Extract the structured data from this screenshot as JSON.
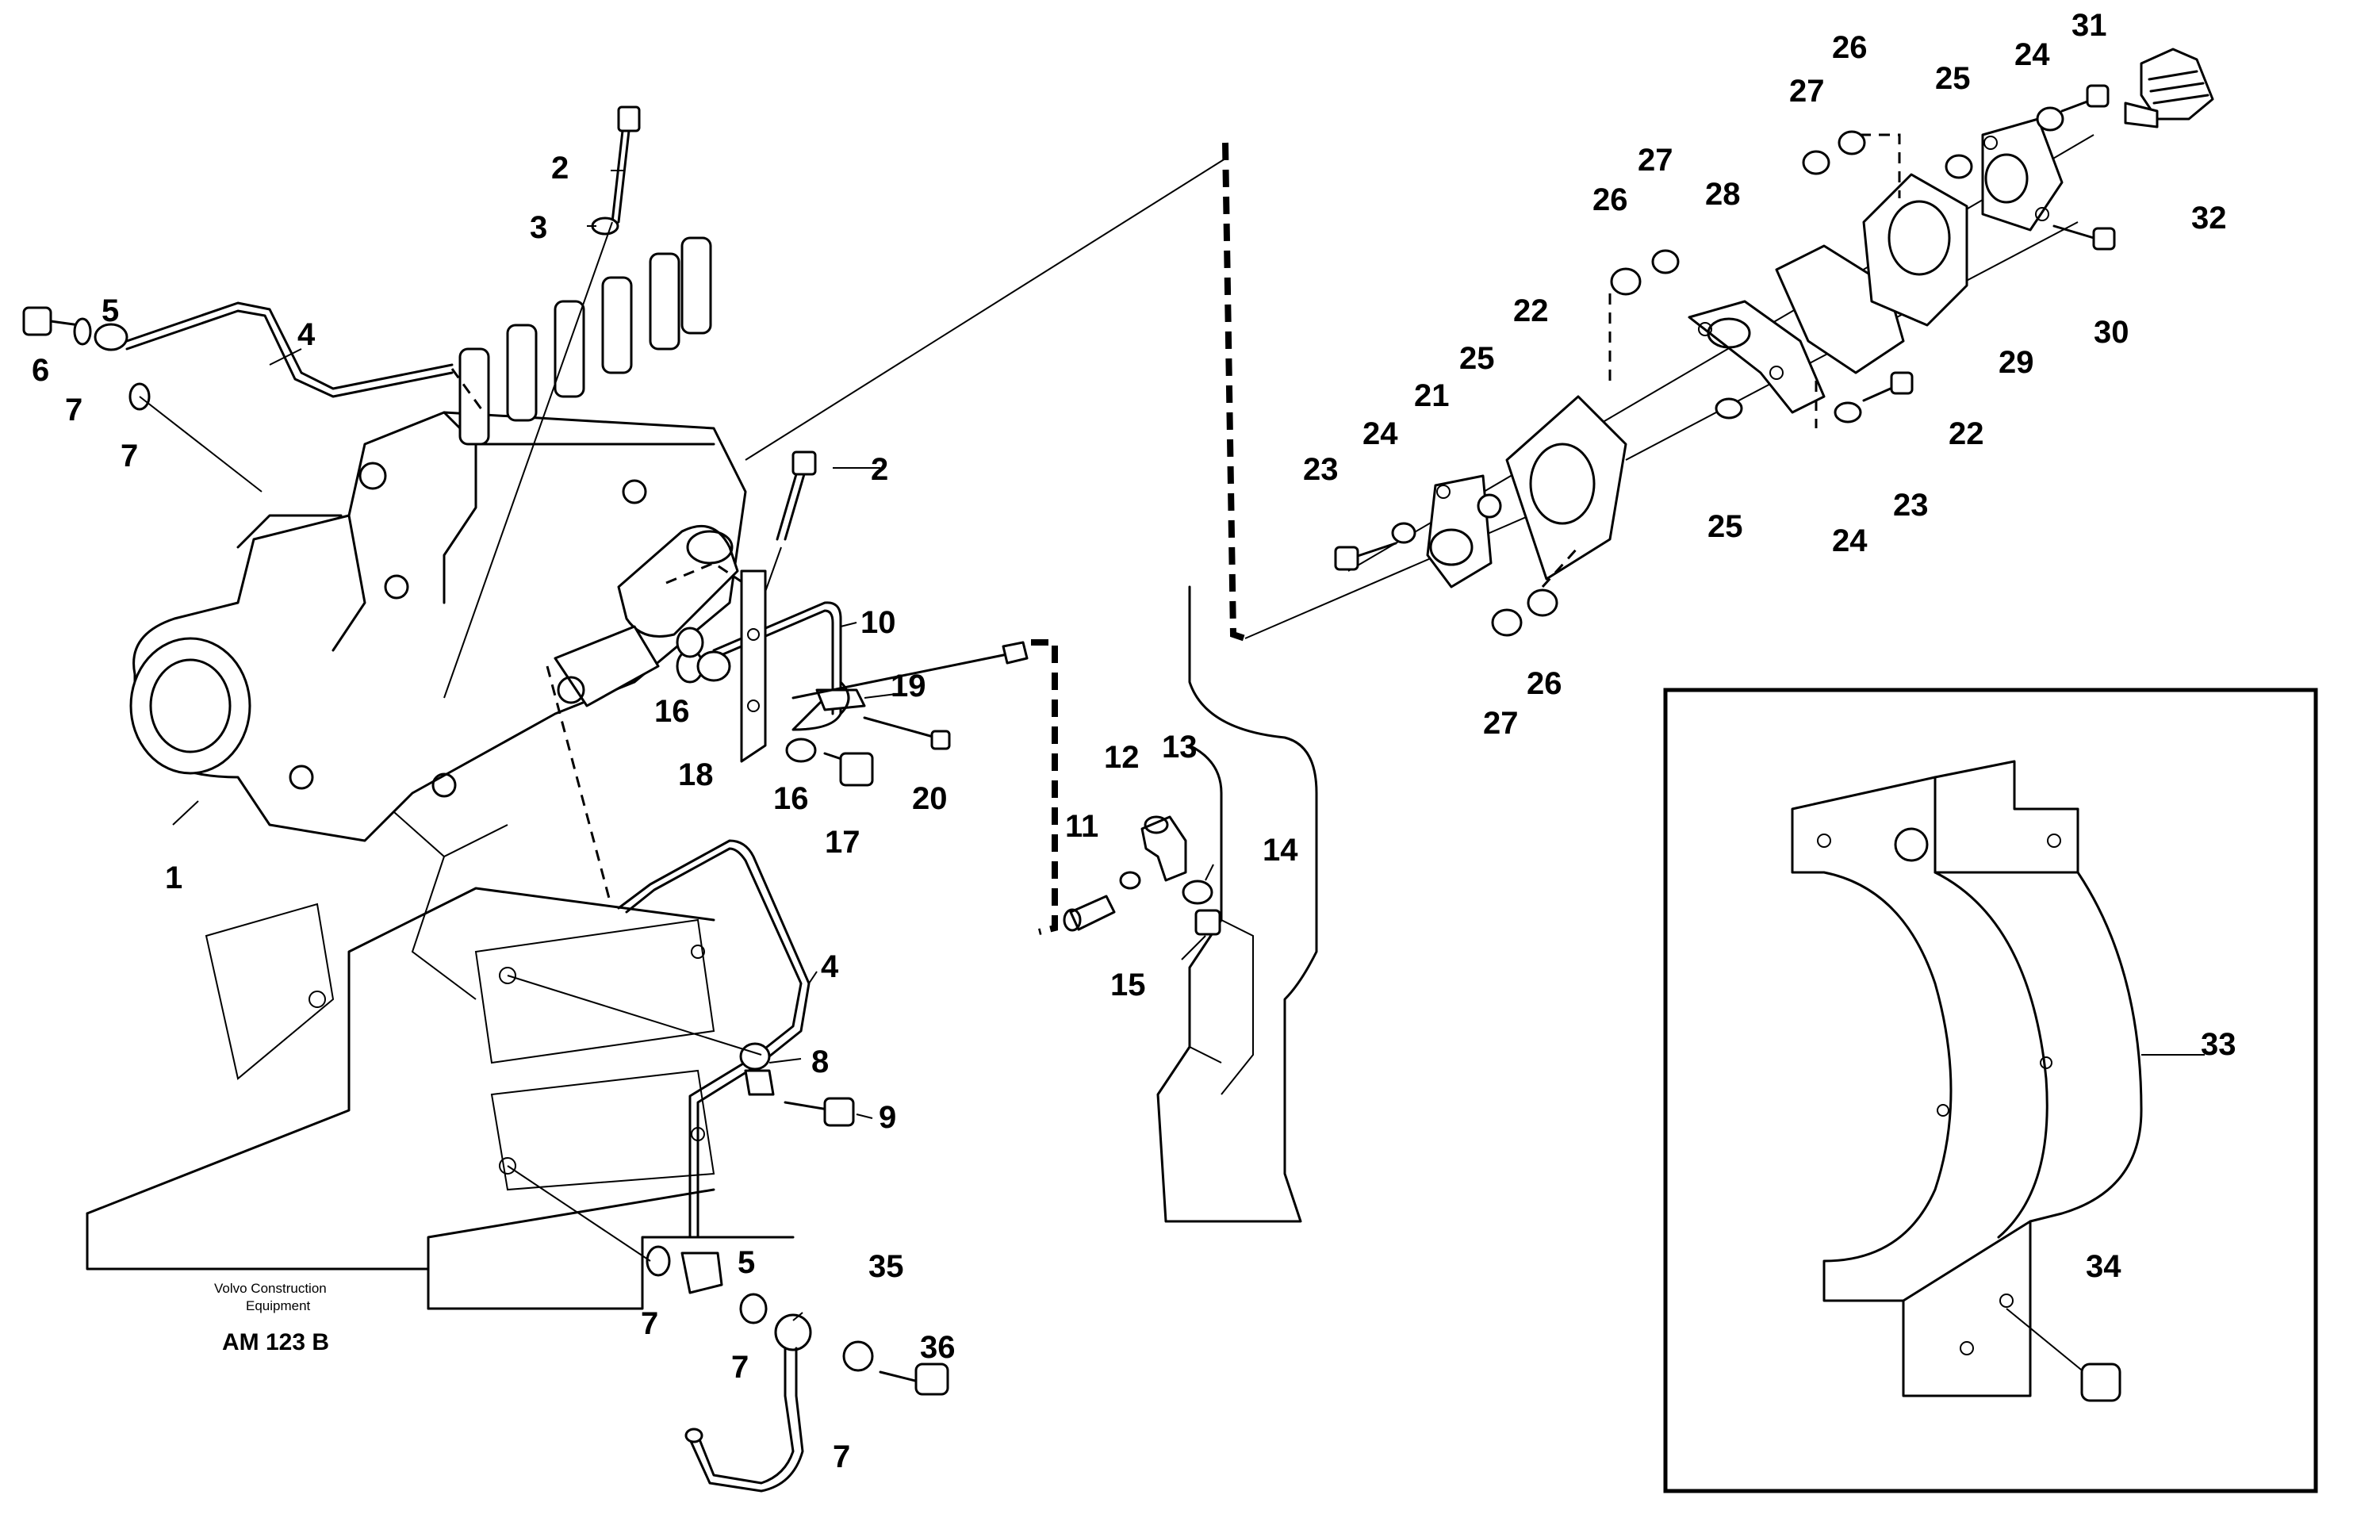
{
  "diagram": {
    "credit_line1": "Volvo Construction",
    "credit_line2": "Equipment",
    "drawing_code": "AM 123 B",
    "callouts": {
      "c1": "1",
      "c2a": "2",
      "c2b": "2",
      "c3": "3",
      "c4a": "4",
      "c4b": "4",
      "c5a": "5",
      "c5b": "5",
      "c6": "6",
      "c7a": "7",
      "c7b": "7",
      "c7c": "7",
      "c7d": "7",
      "c7e": "7",
      "c8": "8",
      "c9": "9",
      "c10": "10",
      "c11": "11",
      "c12": "12",
      "c13": "13",
      "c14": "14",
      "c15": "15",
      "c16a": "16",
      "c16b": "16",
      "c17": "17",
      "c18": "18",
      "c19": "19",
      "c20": "20",
      "c21": "21",
      "c22a": "22",
      "c22b": "22",
      "c23a": "23",
      "c23b": "23",
      "c24a": "24",
      "c24b": "24",
      "c24c": "24",
      "c25a": "25",
      "c25b": "25",
      "c25c": "25",
      "c26a": "26",
      "c26b": "26",
      "c26c": "26",
      "c27a": "27",
      "c27b": "27",
      "c27c": "27",
      "c28": "28",
      "c29": "29",
      "c30": "30",
      "c31": "31",
      "c32": "32",
      "c33": "33",
      "c34": "34",
      "c35": "35",
      "c36": "36"
    }
  }
}
